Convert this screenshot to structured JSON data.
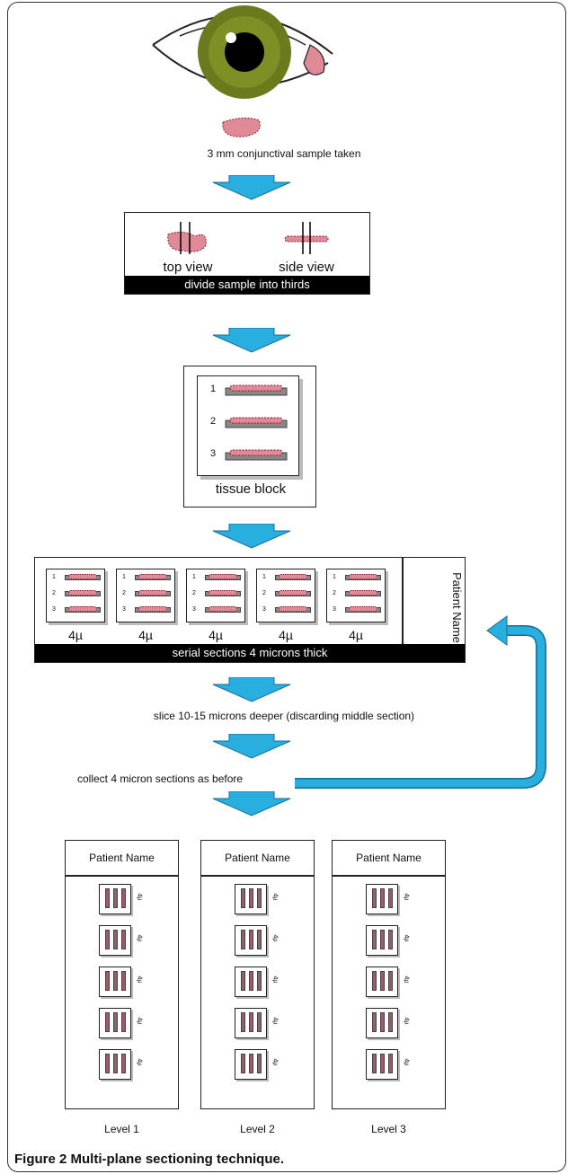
{
  "steps": {
    "sample_taken": "3 mm conjunctival sample taken",
    "top_view": "top view",
    "side_view": "side view",
    "divide": "divide sample into thirds",
    "tissue_block": "tissue block",
    "block_rows": [
      "1",
      "2",
      "3"
    ],
    "section_thickness": "4µ",
    "serial_sections": "serial sections 4 microns thick",
    "patient_name": "Patient Name",
    "slice_deeper": "slice 10-15 microns deeper (discarding middle section)",
    "collect_again": "collect 4 micron sections as before"
  },
  "levels": [
    "Level 1",
    "Level 2",
    "Level 3"
  ],
  "caption": "Figure 2 Multi-plane sectioning technique.",
  "colors": {
    "arrow": "#29aee0",
    "tissue": "#e08a98",
    "iris": "#6b7a1c"
  }
}
